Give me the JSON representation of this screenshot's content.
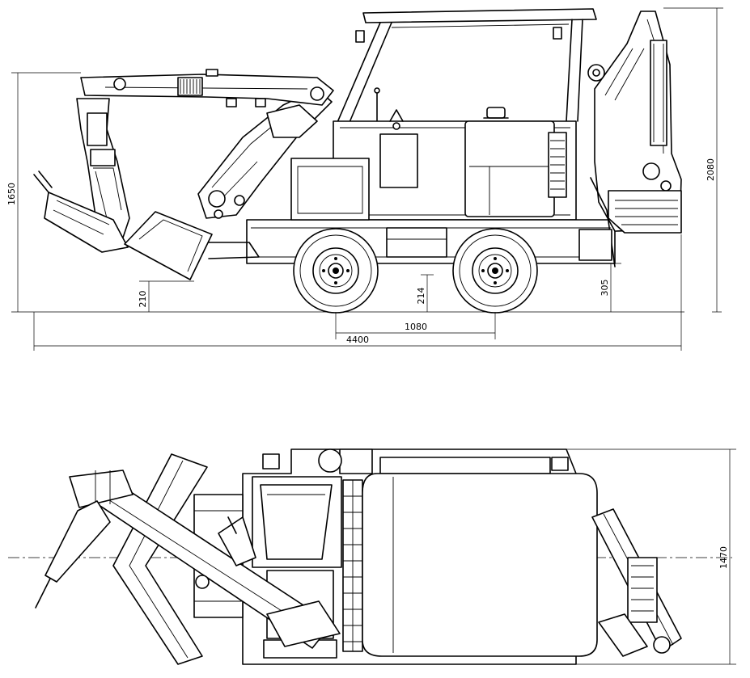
{
  "dimensions": {
    "side_view": {
      "total_height": "2080",
      "arm_height": "1650",
      "blade_ground_clearance": "210",
      "frame_ground_clearance": "214",
      "rear_ground_clearance": "305",
      "wheelbase": "1080",
      "total_length": "4400"
    },
    "top_view": {
      "total_width": "1470"
    }
  }
}
